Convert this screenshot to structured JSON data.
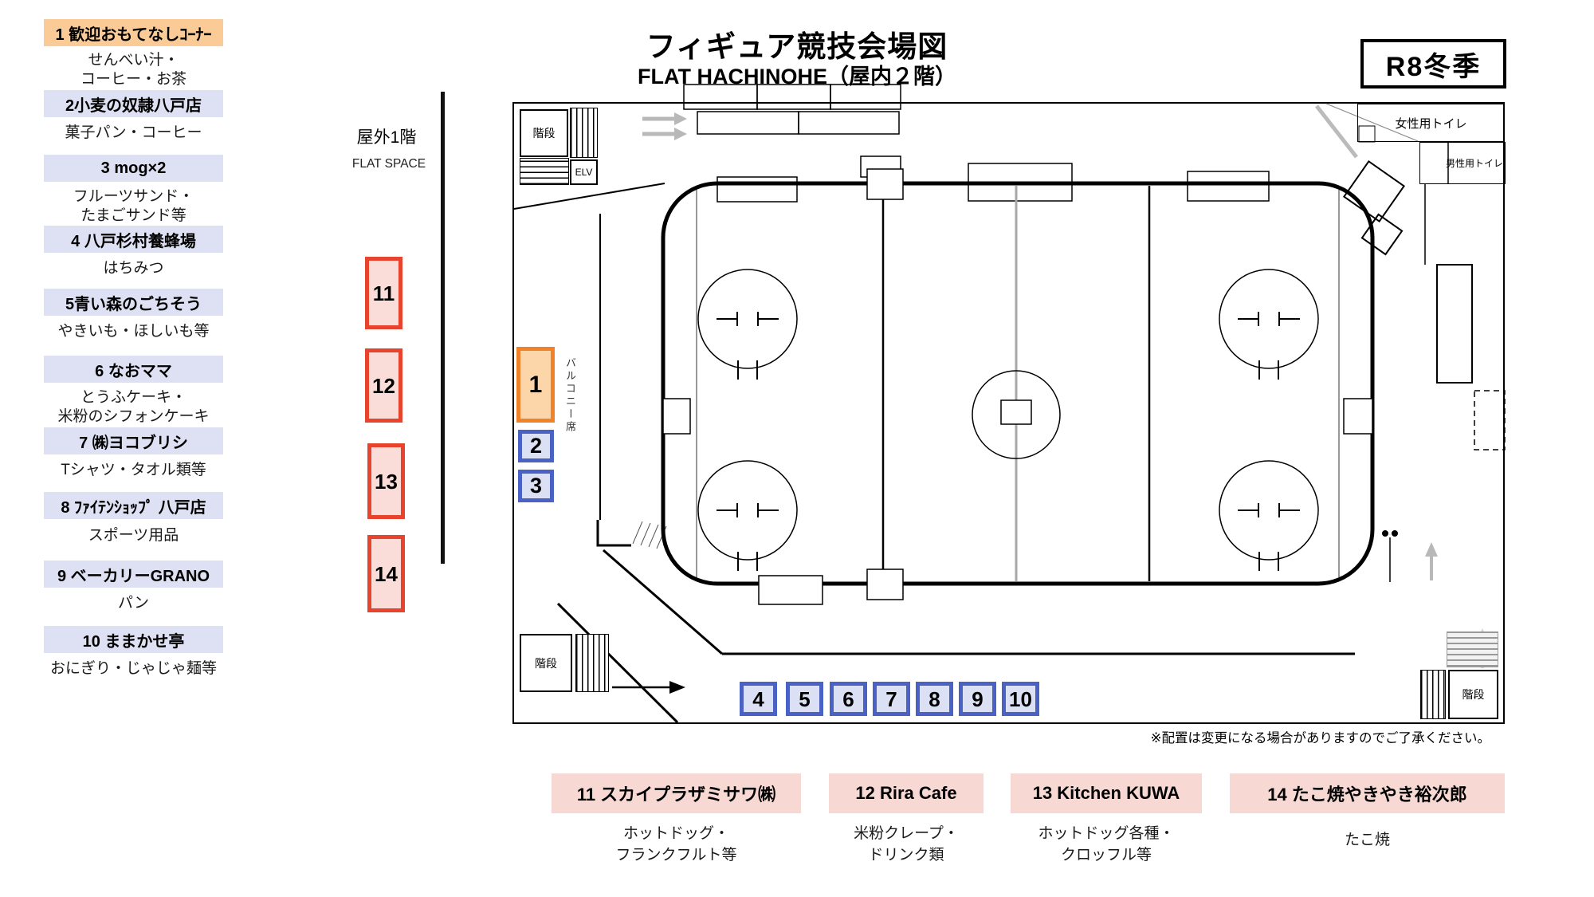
{
  "title": "フィギュア競技会場図",
  "subtitle": "FLAT HACHINOHE（屋内２階）",
  "season_badge": "R8冬季",
  "note": "※配置は変更になる場合がありますのでご了承ください。",
  "sidebar": {
    "items": [
      {
        "label": "1 歓迎おもてなしｺｰﾅｰ",
        "desc": "せんべい汁・\nコーヒー・お茶"
      },
      {
        "label": "2小麦の奴隷八戸店",
        "desc": "菓子パン・コーヒー"
      },
      {
        "label": "3 mog×2",
        "desc": "フルーツサンド・\nたまごサンド等"
      },
      {
        "label": "4 八戸杉村養蜂場",
        "desc": "はちみつ"
      },
      {
        "label": "5青い森のごちそう",
        "desc": "やきいも・ほしいも等"
      },
      {
        "label": "6 なおママ",
        "desc": "とうふケーキ・\n米粉のシフォンケーキ"
      },
      {
        "label": "7 ㈱ヨコブリシ",
        "desc": "Tシャツ・タオル類等"
      },
      {
        "label": "8 ﾌｧｲﾃﾝｼｮｯﾌﾟ 八戸店",
        "desc": "スポーツ用品"
      },
      {
        "label": "9 ベーカリーGRANO",
        "desc": "パン"
      },
      {
        "label": "10 ままかせ亭",
        "desc": "おにぎり・じゃじゃ麺等"
      }
    ]
  },
  "outdoor": {
    "floor_label": "屋外1階",
    "space_label": "FLAT SPACE",
    "booths": [
      "11",
      "12",
      "13",
      "14"
    ]
  },
  "map": {
    "balcony_booths": [
      "1",
      "2",
      "3"
    ],
    "bottom_booths": [
      "4",
      "5",
      "6",
      "7",
      "8",
      "9",
      "10"
    ],
    "labels": {
      "stairs": "階段",
      "elevator": "ELV",
      "women_toilet": "女性用トイレ",
      "men_toilet": "男性用トイレ",
      "balcony_seats": "バルコニー席"
    }
  },
  "vendors_bottom": [
    {
      "label": "11 スカイプラザミサワ㈱",
      "desc": "ホットドッグ・\nフランクフルト等"
    },
    {
      "label": "12 Rira Cafe",
      "desc": "米粉クレープ・\nドリンク類"
    },
    {
      "label": "13 Kitchen KUWA",
      "desc": "ホットドッグ各種・\nクロッフル等"
    },
    {
      "label": "14 たこ焼やきやき裕次郎",
      "desc": "たこ焼"
    }
  ],
  "colors": {
    "orange_border": "#F0822A",
    "orange_fill": "#FCD5A9",
    "orange_bar": "#FACB96",
    "blue_border": "#4A62C4",
    "blue_fill": "#DCE0F4",
    "lavender_bar": "#DDE1F3",
    "red_border": "#E8432C",
    "red_fill": "#FADCD8",
    "pink_bar": "#F8D8D3"
  }
}
